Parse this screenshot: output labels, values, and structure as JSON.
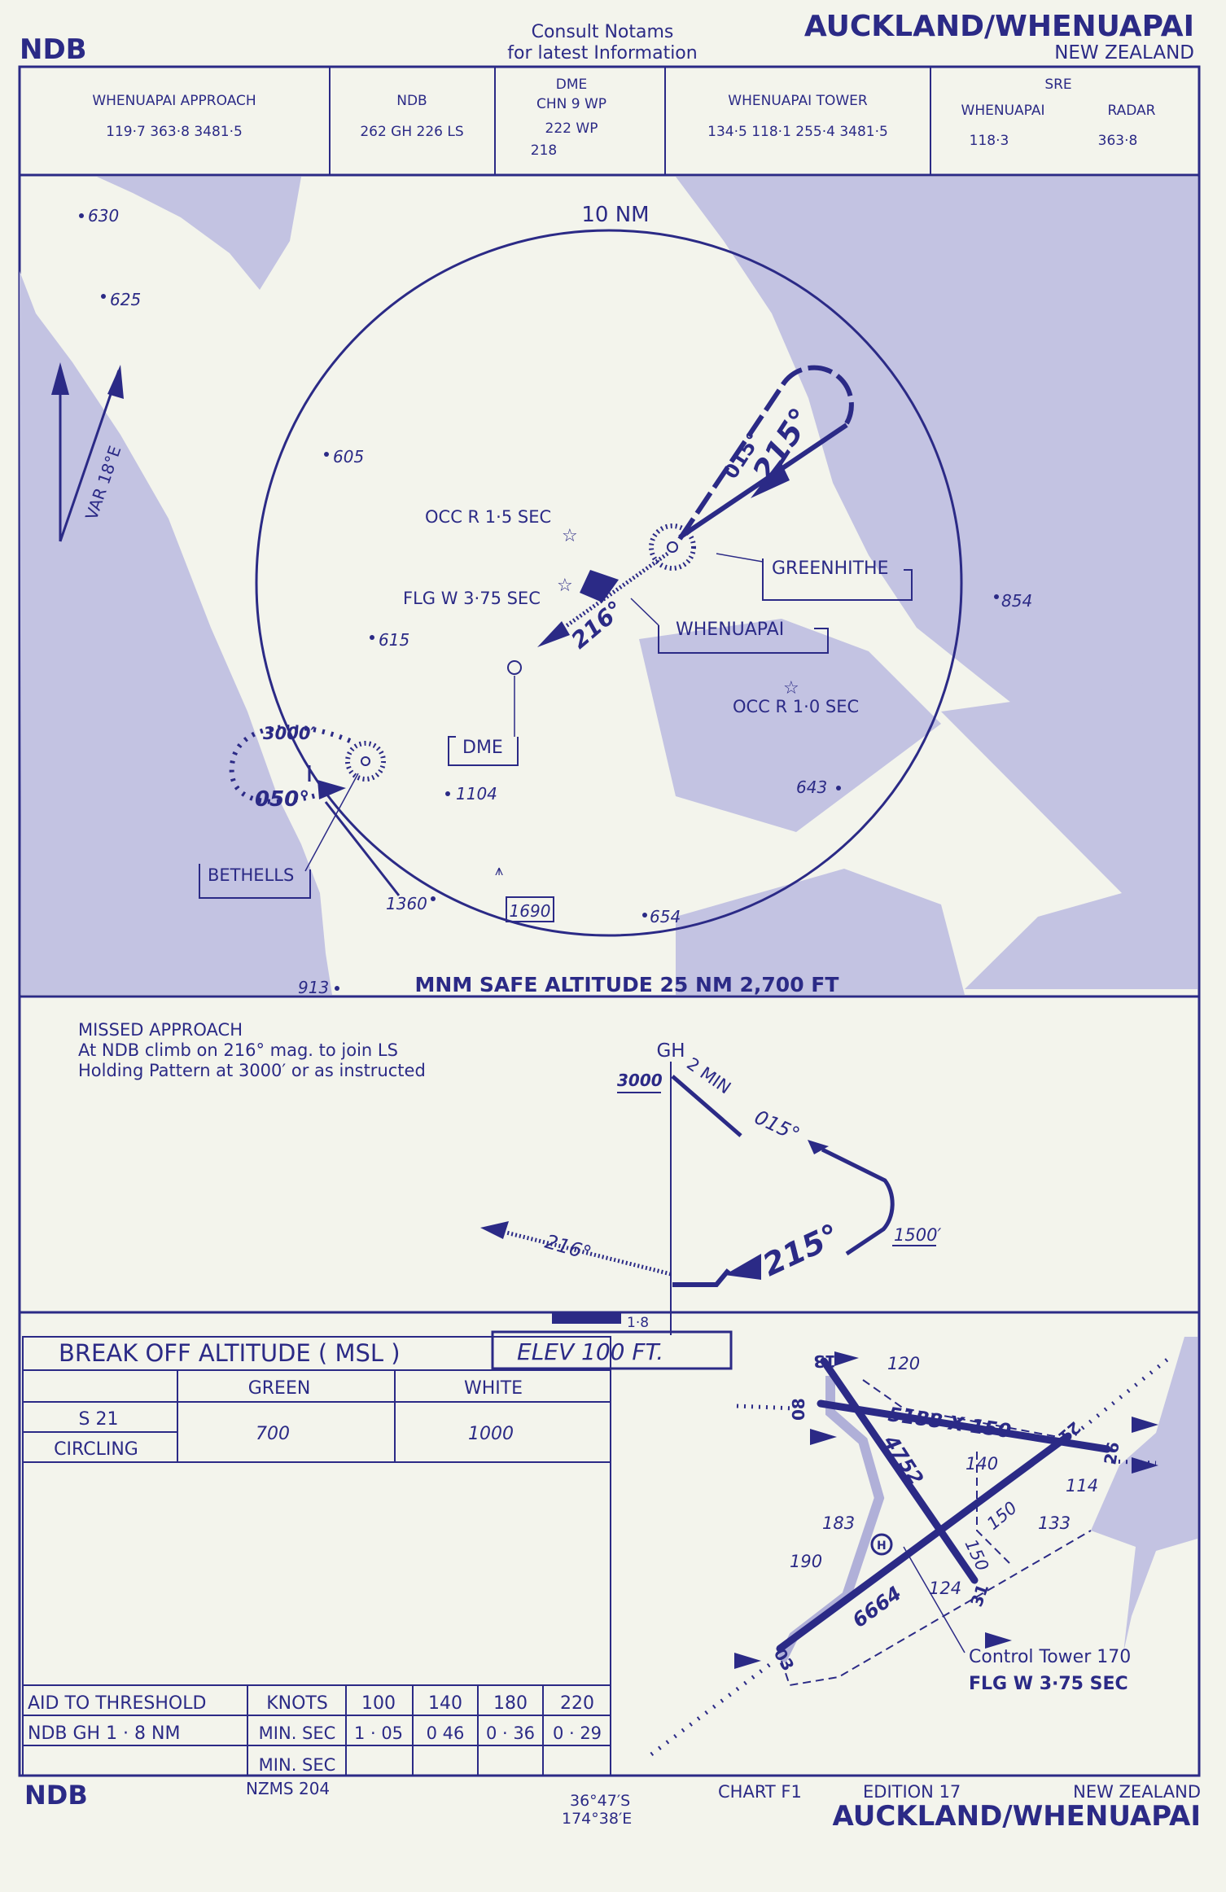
{
  "colors": {
    "ink": "#2b2a86",
    "paper": "#f3f4ec",
    "land": "#c3c3e2"
  },
  "header": {
    "procedure": "NDB",
    "notice_line1": "Consult Notams",
    "notice_line2": "for latest Information",
    "title": "AUCKLAND/WHENUAPAI",
    "country": "NEW ZEALAND"
  },
  "comms": {
    "approach": {
      "label": "WHENUAPAI APPROACH",
      "freqs": "119·7    363·8    3481·5"
    },
    "ndb": {
      "label": "NDB",
      "freqs": "262 GH  226  LS"
    },
    "dme": {
      "label": "DME",
      "line1": "CHN 9 WP",
      "line2": "222      WP",
      "line3": "218"
    },
    "tower": {
      "label": "WHENUAPAI TOWER",
      "freqs": "134·5   118·1   255·4   3481·5"
    },
    "sre": {
      "label": "SRE",
      "whenuapai": "WHENUAPAI",
      "radar": "RADAR",
      "whenuapai_freq": "118·3",
      "radar_freq": "363·8"
    }
  },
  "plan": {
    "ring": "10 NM",
    "var": "VAR 18°E",
    "spot_heights": [
      "630",
      "625",
      "605",
      "615",
      "854",
      "643",
      "1104",
      "1360",
      "654",
      "913"
    ],
    "obstacle": "1690",
    "occ_15": "OCC R  1·5 SEC",
    "flg": "FLG W  3·75 SEC",
    "occ_10": "OCC R  1·0 SEC",
    "greenhithe": "GREENHITHE",
    "whenuapai": "WHENUAPAI",
    "dme": "DME",
    "bethells": "BETHELLS",
    "alt_3000": "3000′",
    "crs_050": "050°",
    "crs_015": "015°",
    "crs_215": "215°",
    "crs_216": "216°",
    "msa": "MNM SAFE ALTITUDE 25 NM  2,700 FT"
  },
  "missed": {
    "title": "MISSED  APPROACH",
    "line2": "At NDB climb on 216° mag. to join LS",
    "line3": "Holding Pattern at 3000′ or as instructed",
    "gh": "GH",
    "alt_3000": "3000",
    "two_min": "2 MIN",
    "crs_015": "015°",
    "crs_215": "215°",
    "crs_216": "216°",
    "alt_1500": "1500′",
    "dist": "1·8"
  },
  "minima": {
    "title": "BREAK  OFF  ALTITUDE  ( MSL )",
    "elev": "ELEV    100      FT.",
    "green": "GREEN",
    "white": "WHITE",
    "row1": "S 21",
    "row2": "CIRCLING",
    "green_val": "700",
    "white_val": "1000"
  },
  "timing": {
    "h1": "AID TO THRESHOLD",
    "h2": "KNOTS",
    "speeds": [
      "100",
      "140",
      "180",
      "220"
    ],
    "r1": "NDB  GH  1 · 8  NM",
    "unit": "MIN. SEC",
    "times": [
      "1 · 05",
      "0  46",
      "0 · 36",
      "0 · 29"
    ],
    "unit2": "MIN. SEC"
  },
  "aerodrome": {
    "rwy_0826": "5188 X 150",
    "rwy_1331": "4752",
    "rwy_0321": "6664",
    "rwy_nums": [
      "13",
      "08",
      "26",
      "21",
      "31",
      "03"
    ],
    "heights": [
      "120",
      "140",
      "183",
      "190",
      "133",
      "114",
      "124"
    ],
    "width_150a": "150",
    "width_150b": "150",
    "tower": "Control Tower 170",
    "tower_light": "FLG W 3·75 SEC"
  },
  "footer": {
    "procedure": "NDB",
    "map_ref": "NZMS  204",
    "lat": "36°47′S",
    "lon": "174°38′E",
    "chart": "CHART  F1",
    "edition": "EDITION 17",
    "country": "NEW  ZEALAND",
    "title": "AUCKLAND/WHENUAPAI"
  }
}
